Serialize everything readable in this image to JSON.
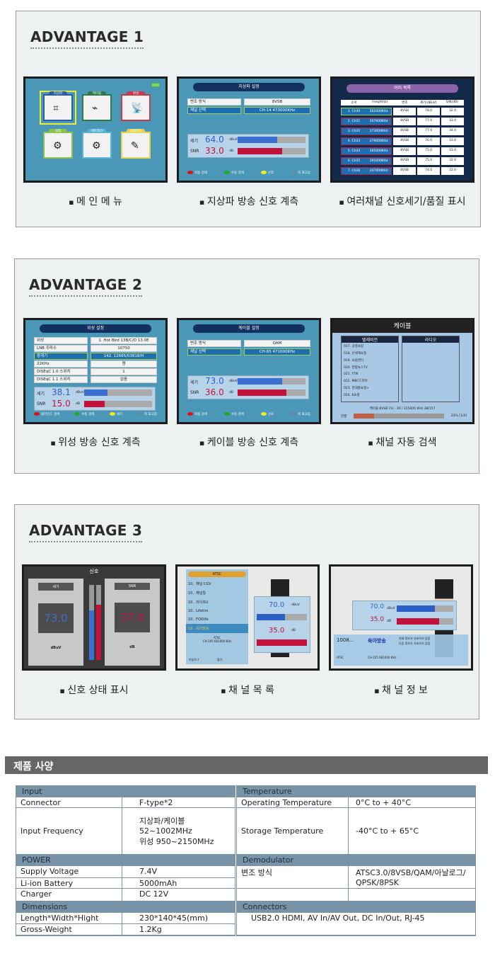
{
  "advantages": [
    {
      "title": "ADVANTAGE 1",
      "items": [
        {
          "caption": "메 인 메 뉴",
          "screen": {
            "type": "menu",
            "icons": [
              "지상파",
              "케이블",
              "위성",
              "설정",
              "네트워크",
              "채널관리"
            ],
            "colors": [
              "#2d5fa8",
              "#2f7a46",
              "#c8394a",
              "#8bc34a",
              "#5ab4d6",
              "#e6d44a"
            ]
          }
        },
        {
          "caption": "지상파 방송 신호 계측",
          "screen": {
            "type": "form",
            "title": "지상파 설정",
            "rows": [
              [
                "변조 방식",
                "8VSB"
              ],
              [
                "채널 선택",
                "CH-14 473000KHz"
              ]
            ],
            "selected": 1,
            "strength": "64.0",
            "strength_unit": "dBuV",
            "strength_pct": 58,
            "snr": "33.0",
            "snr_unit": "dB",
            "snr_pct": 66,
            "legend": [
              "자동 검색",
              "수동 검색",
              "선호",
              "북 표고음"
            ]
          }
        },
        {
          "caption": "여러채널 신호세기/품질 표시",
          "screen": {
            "type": "list",
            "title": "여러 목록",
            "headers": [
              "순서",
              "Freq(KHz)",
              "변조",
              "세기(dBuV)",
              "S/N(dB)"
            ],
            "rows": [
              [
                "1. Ch30",
                "261000KHz",
                "8VSB",
                "78.0",
                "32.0"
              ],
              [
                "2. Ch31",
                "267000KHz",
                "8VSB",
                "77.0",
                "33.0"
              ],
              [
                "3. Ch32",
                "273000KHz",
                "8VSB",
                "77.0",
                "34.0"
              ],
              [
                "4. Ch33",
                "279000KHz",
                "8VSB",
                "76.0",
                "33.0"
              ],
              [
                "5. Ch34",
                "285000KHz",
                "8VSB",
                "75.0",
                "33.0"
              ],
              [
                "6. Ch35",
                "291000KHz",
                "8VSB",
                "75.0",
                "32.0"
              ],
              [
                "7. Ch36",
                "297000KHz",
                "8VSB",
                "74.0",
                "32.0"
              ]
            ]
          }
        }
      ]
    },
    {
      "title": "ADVANTAGE 2",
      "items": [
        {
          "caption": "위성 방송 신호 계측",
          "screen": {
            "type": "form",
            "title": "위성 설정",
            "rows": [
              [
                "위성",
                "1. Hot Bird 13B/C/D 13.0E"
              ],
              [
                "LNB 주파수",
                "10750"
              ],
              [
                "중계기",
                "142. 12665/03818/H"
              ],
              [
                "22KHz",
                "켬"
              ],
              [
                "DiSEqC 1.0 스위치",
                "1"
              ],
              [
                "DiSEqC 1.1 스위치",
                "없음"
              ]
            ],
            "selected": 2,
            "strength": "38.1",
            "strength_unit": "dBuV",
            "strength_pct": 34,
            "snr": "15.0",
            "snr_unit": "dB",
            "snr_pct": 30,
            "legend": [
              "블라인드 검색",
              "수동 검색",
              "세기",
              "북 표고음"
            ]
          }
        },
        {
          "caption": "케이블 방송 신호 계측",
          "screen": {
            "type": "form",
            "title": "케이블 설정",
            "rows": [
              [
                "변조 방식",
                "QAM"
              ],
              [
                "채널 선택",
                "CH-65 471000KHz"
              ]
            ],
            "selected": 1,
            "strength": "73.0",
            "strength_unit": "dBuV",
            "strength_pct": 66,
            "snr": "36.0",
            "snr_unit": "dB",
            "snr_pct": 72,
            "legend": [
              "자동 검색",
              "수동 검색",
              "선호",
              "북 표고음"
            ]
          }
        },
        {
          "caption": "채널 자동 검색",
          "screen": {
            "type": "scan",
            "title": "케이블",
            "tv": "텔레비전",
            "radio": "라디오",
            "channels": [
              "017. 공영쇼핑",
              "018. 신세계쇼핑",
              "019. 쇼핑엔티",
              "020. 연합뉴스TV",
              "021. YTN",
              "022. MBC드라마",
              "023. 현대홈쇼핑+",
              "024. K쇼핑"
            ],
            "status": "케이블 8VSB  CH - 39 / 315000 KHz  38/157",
            "progress_label": "진행",
            "progress_text": "23% [1/4]",
            "progress_pct": 23
          }
        }
      ]
    },
    {
      "title": "ADVANTAGE 3",
      "items": [
        {
          "caption": "신호 상태 표시",
          "screen": {
            "type": "signal",
            "title": "신호",
            "left_label": "세기",
            "left_value": "73.0",
            "left_unit": "dBuV",
            "right_label": "SNR",
            "right_value": "37.0",
            "right_unit": "dB",
            "left_pct": 66,
            "right_pct": 74
          }
        },
        {
          "caption": "채 널 목 록",
          "screen": {
            "type": "chlist",
            "header": "ATSC",
            "items": [
              "10.. 채널 CGV",
              "10.. 채널뭥",
              "10.. 라이프U",
              "10.. Lifetim",
              "10.. FOXlife",
              "10.. 육아방송"
            ],
            "info1": "ATSC",
            "info2": "CH-105 681000 KHz",
            "btn1": "아날로그",
            "btn2": "즐기",
            "strength": "70.0",
            "strength_unit": "dBuV",
            "snr": "35.0",
            "snr_unit": "dB"
          }
        },
        {
          "caption": "채 널 정 보",
          "screen": {
            "type": "chinfo",
            "strength": "70.0",
            "strength_unit": "dBuV",
            "snr": "35.0",
            "snr_unit": "dB",
            "ch": "1008...",
            "name": "육아방송",
            "line1": "현재 정보가 유효하지 않음",
            "line2": "다음 정보가 유효하지 않음",
            "sub1": "ATSC",
            "sub2": "CH-105 681000 KHz"
          }
        }
      ]
    }
  ],
  "spec": {
    "title": "제품 사양",
    "left": [
      {
        "header": "Input"
      },
      {
        "k": "Connector",
        "v": "F-type*2",
        "h": 15
      },
      {
        "k": "Input Frequency",
        "v": "지상파/케이블 52~1002MHz\n위성 950~2150MHz",
        "h": 66
      },
      {
        "header": "POWER"
      },
      {
        "k": "Supply Voltage",
        "v": "7.4V",
        "h": 17
      },
      {
        "k": "Li-ion Battery",
        "v": "5000mAh",
        "h": 15
      },
      {
        "k": "Charger",
        "v": "DC 12V",
        "h": 18
      },
      {
        "header": "Dimensions"
      },
      {
        "k": "Length*Width*Hight",
        "v": "230*140*45(mm)",
        "h": 16
      },
      {
        "k": "Gross-Weight",
        "v": "1.2Kg",
        "h": 16
      }
    ],
    "right": [
      {
        "header": "Temperature"
      },
      {
        "k": "Operating Temperature",
        "v": "0°C to + 40°C",
        "h": 15
      },
      {
        "k": "Storage Temperature",
        "v": "-40°C to + 65°C",
        "h": 66
      },
      {
        "header": "Demodulator"
      },
      {
        "k": "변조 방식",
        "v": "ATSC3.0/8VSB/QAM/아날로그/\nQPSK/8PSK",
        "h": 32
      },
      {
        "k": "",
        "v": "",
        "h": 18
      },
      {
        "header": "Connectors"
      },
      {
        "full": "USB2.0 HDMI, AV In/AV Out, DC In/Out, RJ-45",
        "h": 32
      }
    ]
  }
}
